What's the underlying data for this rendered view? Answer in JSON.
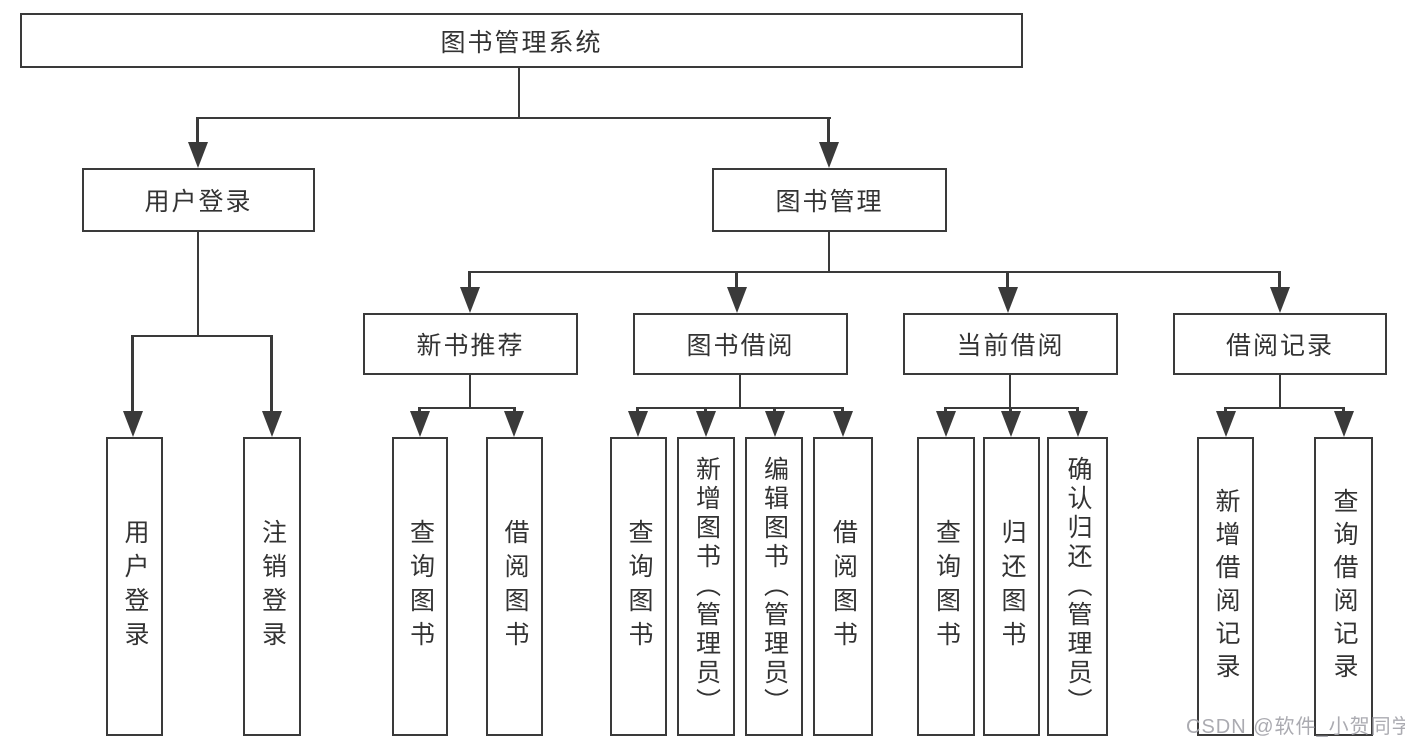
{
  "diagram": {
    "title": "图书管理系统",
    "branches": [
      {
        "label": "用户登录",
        "leaves": [
          {
            "label": "用户登录"
          },
          {
            "label": "注销登录"
          }
        ]
      },
      {
        "label": "图书管理",
        "groups": [
          {
            "label": "新书推荐",
            "leaves": [
              {
                "label": "查询图书"
              },
              {
                "label": "借阅图书"
              }
            ]
          },
          {
            "label": "图书借阅",
            "leaves": [
              {
                "label": "查询图书"
              },
              {
                "label": "新增图书（管理员）"
              },
              {
                "label": "编辑图书（管理员）"
              },
              {
                "label": "借阅图书"
              }
            ]
          },
          {
            "label": "当前借阅",
            "leaves": [
              {
                "label": "查询图书"
              },
              {
                "label": "归还图书"
              },
              {
                "label": "确认归还（管理员）"
              }
            ]
          },
          {
            "label": "借阅记录",
            "leaves": [
              {
                "label": "新增借阅记录"
              },
              {
                "label": "查询借阅记录"
              }
            ]
          }
        ]
      }
    ]
  },
  "watermark": {
    "text": "CSDN @软件_小贺同学"
  },
  "colors": {
    "line": "#3a3a3a",
    "box_background": "#ffffff",
    "text": "#333333",
    "watermark": "#a4a4aa"
  }
}
